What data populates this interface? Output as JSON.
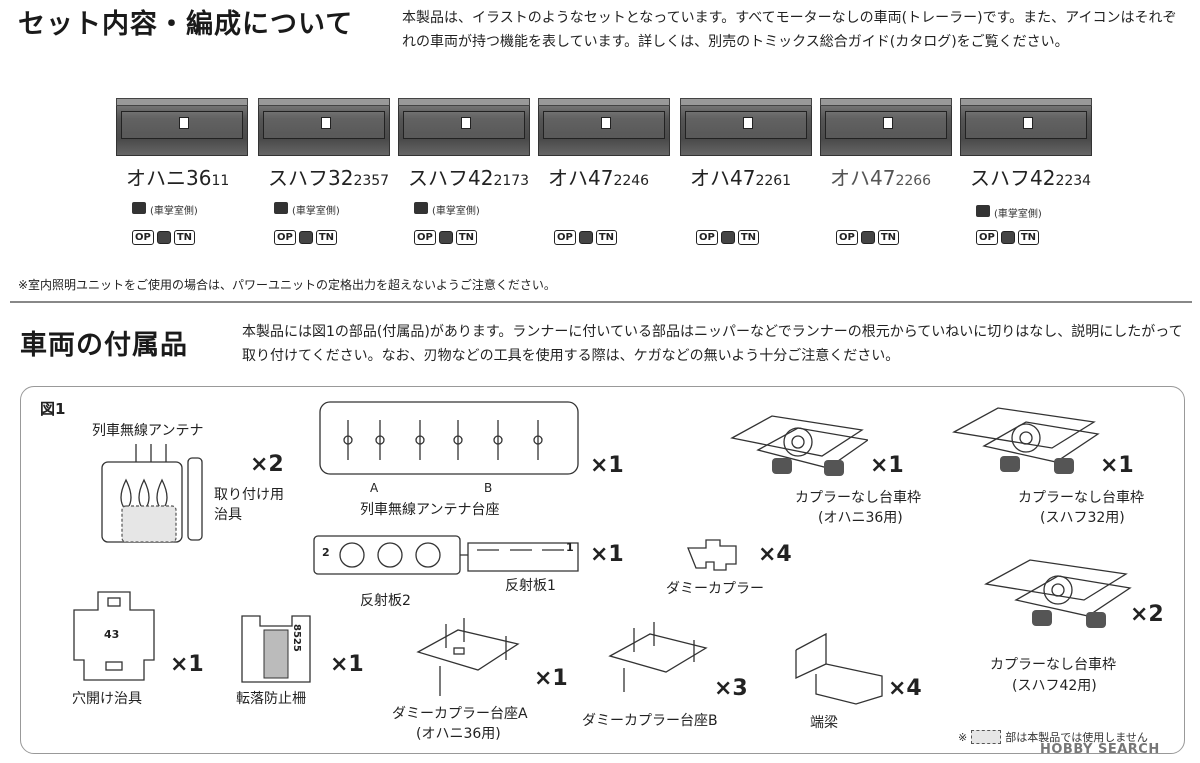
{
  "set_section": {
    "title": "セット内容・編成について",
    "description": "本製品は、イラストのようなセットとなっています。すべてモーターなしの車両(トレーラー)です。また、アイコンはそれぞれの車両が持つ機能を表しています。詳しくは、別売のトミックス総合ガイド(カタログ)をご覧ください。",
    "cars": [
      {
        "name": "オハニ36",
        "number": "11",
        "cab": "(車掌室側)"
      },
      {
        "name": "スハフ32",
        "number": "2357",
        "cab": "(車掌室側)"
      },
      {
        "name": "スハフ42",
        "number": "2173",
        "cab": "(車掌室側)"
      },
      {
        "name": "オハ47",
        "number": "2246",
        "cab": ""
      },
      {
        "name": "オハ47",
        "number": "2261",
        "cab": ""
      },
      {
        "name": "オハ47",
        "number": "2266",
        "cab": ""
      },
      {
        "name": "スハフ42",
        "number": "2234",
        "cab": "(車掌室側)"
      }
    ],
    "icon_badges": {
      "op": "OP",
      "tn": "TN"
    },
    "note": "※室内照明ユニットをご使用の場合は、パワーユニットの定格出力を超えないようご注意ください。"
  },
  "parts_section": {
    "title": "車両の付属品",
    "description": "本製品には図1の部品(付属品)があります。ランナーに付いている部品はニッパーなどでランナーの根元からていねいに切りはなし、説明にしたがって取り付けてください。なお、刃物などの工具を使用する際は、ケガなどの無いよう十分ご注意ください。",
    "figure_label": "図1",
    "parts": {
      "antenna": {
        "label": "列車無線アンテナ",
        "qty": "×2",
        "jig": "取り付け用\n治具"
      },
      "antenna_base": {
        "label": "列車無線アンテナ台座",
        "qty": "×1",
        "a": "A",
        "b": "B"
      },
      "bogie_36": {
        "label": "カプラーなし台車枠",
        "sub": "(オハニ36用)",
        "qty": "×1"
      },
      "bogie_32": {
        "label": "カプラーなし台車枠",
        "sub": "(スハフ32用)",
        "qty": "×1"
      },
      "reflector": {
        "label2": "反射板2",
        "label1": "反射板1",
        "qty": "×1",
        "n2": "2",
        "n1": "1"
      },
      "dummy_coupler": {
        "label": "ダミーカプラー",
        "qty": "×4"
      },
      "bogie_42": {
        "label": "カプラーなし台車枠",
        "sub": "(スハフ42用)",
        "qty": "×2"
      },
      "drill_jig": {
        "label": "穴開け治具",
        "qty": "×1",
        "mark": "43"
      },
      "fall_guard": {
        "label": "転落防止柵",
        "qty": "×1",
        "mark": "8525"
      },
      "coupler_base_a": {
        "label": "ダミーカプラー台座A",
        "sub": "(オハニ36用)",
        "qty": "×1"
      },
      "coupler_base_b": {
        "label": "ダミーカプラー台座B",
        "qty": "×3"
      },
      "end_beam": {
        "label": "端梁",
        "qty": "×4"
      }
    },
    "unused_note": {
      "prefix": "※",
      "text": "部は本製品では使用しません"
    }
  },
  "watermark": "HOBBY SEARCH"
}
